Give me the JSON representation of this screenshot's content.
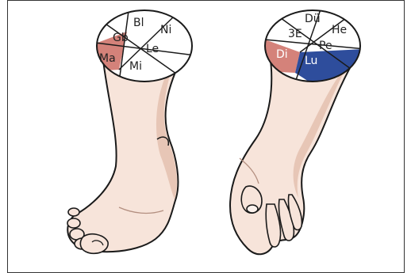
{
  "foot": {
    "segments": [
      {
        "label": "Bl",
        "color": "#ffffff"
      },
      {
        "label": "Ni",
        "color": "#ffffff"
      },
      {
        "label": "Gb",
        "color": "#ffffff"
      },
      {
        "label": "Le",
        "color": "#ffffff"
      },
      {
        "label": "Ma",
        "color": "#d4827a"
      },
      {
        "label": "Mi",
        "color": "#ffffff"
      }
    ]
  },
  "hand": {
    "segments": [
      {
        "label": "Dü",
        "color": "#ffffff"
      },
      {
        "label": "He",
        "color": "#ffffff"
      },
      {
        "label": "3E",
        "color": "#ffffff"
      },
      {
        "label": "Pe",
        "color": "#ffffff"
      },
      {
        "label": "Di",
        "color": "#d4827a"
      },
      {
        "label": "Lu",
        "color": "#2e4d9c"
      }
    ]
  },
  "colors": {
    "skin": "#f7e4da",
    "skin_shadow": "#e7c6b6",
    "outline": "#1a1a1a",
    "frame": "#333333"
  }
}
